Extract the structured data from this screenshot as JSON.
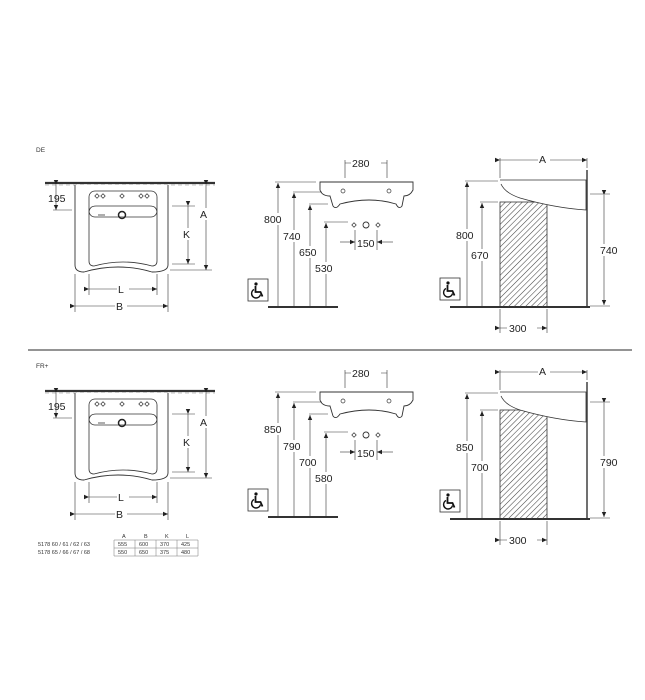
{
  "sections": [
    {
      "id": "de",
      "region_label": "DE",
      "top_view": {
        "offset_label": "195",
        "labels": {
          "A": "A",
          "B": "B",
          "K": "K",
          "L": "L"
        }
      },
      "side_view": {
        "width_label": "280",
        "tap_spacing_label": "150",
        "heights": [
          "800",
          "740",
          "650",
          "530"
        ],
        "icon": "wheelchair-icon"
      },
      "section_view": {
        "depth_label": "A",
        "heights_left": [
          "800",
          "670"
        ],
        "height_right": "740",
        "knee_depth_label": "300",
        "icon": "wheelchair-icon"
      }
    },
    {
      "id": "fr",
      "region_label": "FR+",
      "top_view": {
        "offset_label": "195",
        "labels": {
          "A": "A",
          "B": "B",
          "K": "K",
          "L": "L"
        }
      },
      "side_view": {
        "width_label": "280",
        "tap_spacing_label": "150",
        "heights": [
          "850",
          "790",
          "700",
          "580"
        ],
        "icon": "wheelchair-icon"
      },
      "section_view": {
        "depth_label": "A",
        "heights_left": [
          "850",
          "700"
        ],
        "height_right": "790",
        "knee_depth_label": "300",
        "icon": "wheelchair-icon"
      }
    }
  ],
  "dimension_table": {
    "headers": [
      "A",
      "B",
      "K",
      "L"
    ],
    "rows": [
      {
        "models": "5178 60 / 61 / 62 / 63",
        "values": [
          "555",
          "600",
          "370",
          "425"
        ]
      },
      {
        "models": "5178 65 / 66 / 67 / 68",
        "values": [
          "550",
          "650",
          "375",
          "480"
        ]
      }
    ]
  }
}
